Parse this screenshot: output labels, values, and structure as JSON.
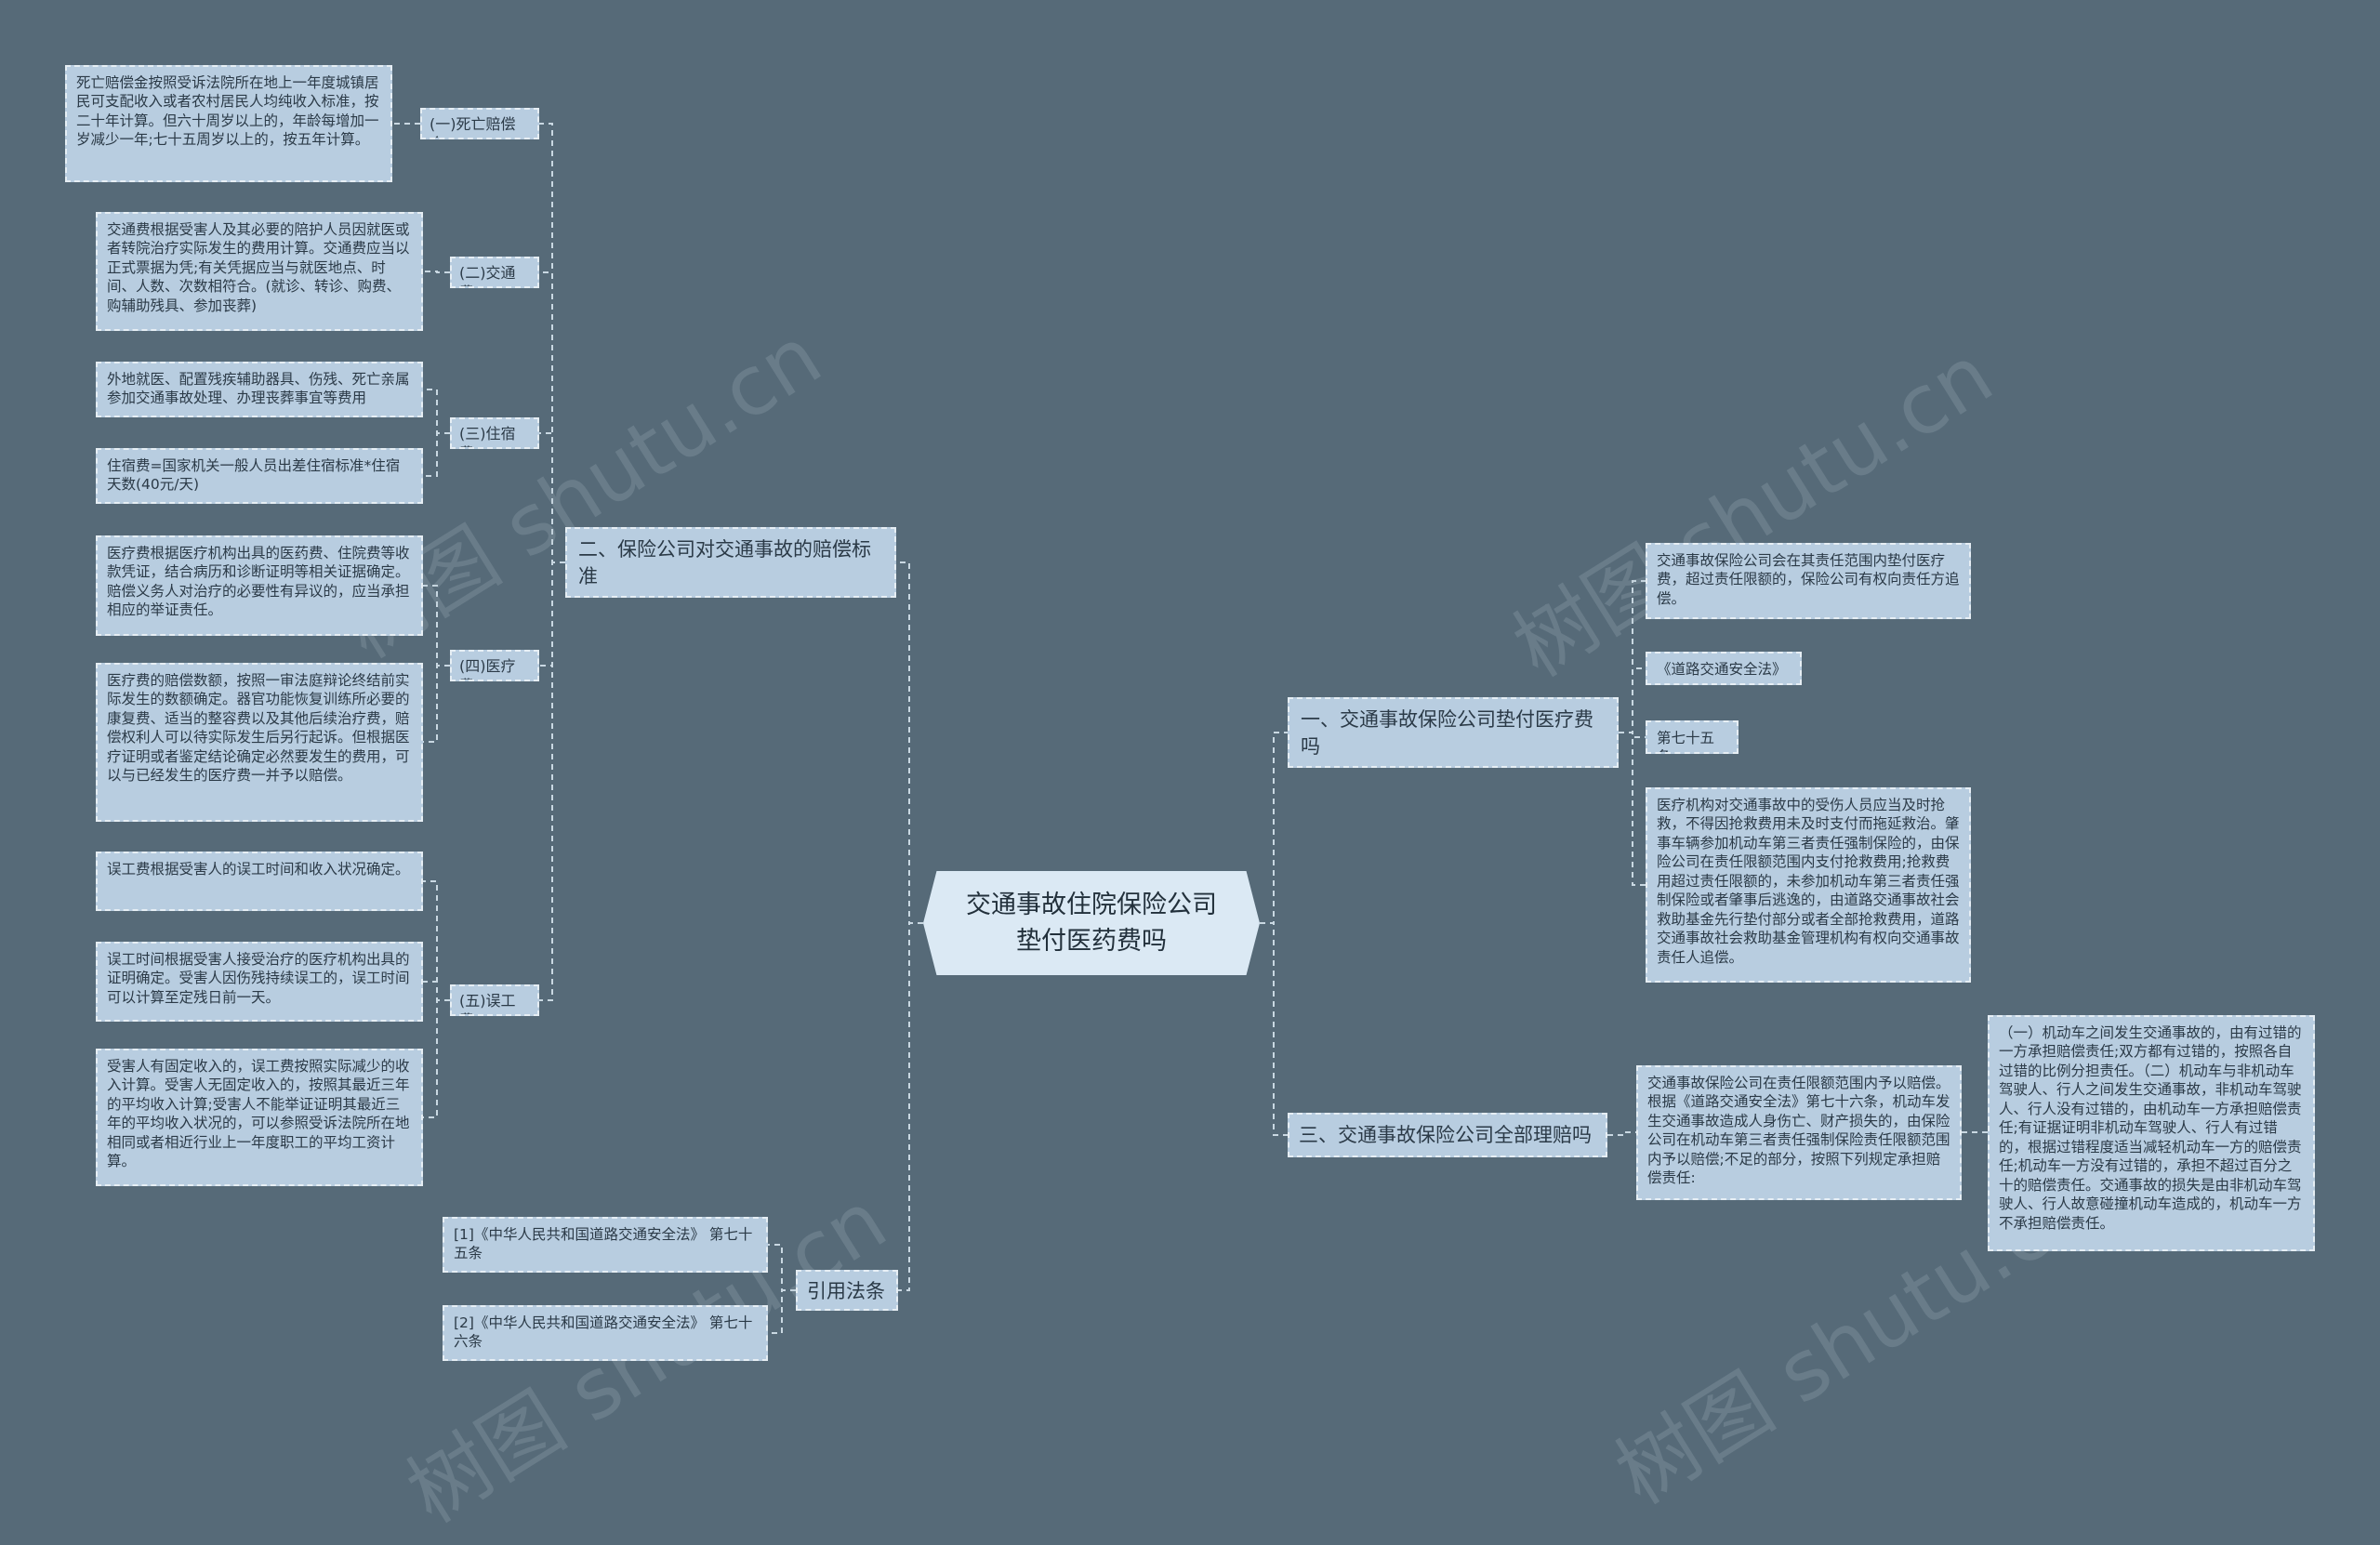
{
  "root": {
    "title": "交通事故住院保险公司垫付医药费吗"
  },
  "branch_left": {
    "title": "二、保险公司对交通事故的赔偿标准",
    "items": [
      {
        "label": "(一)死亡赔偿金",
        "details": [
          "死亡赔偿金按照受诉法院所在地上一年度城镇居民可支配收入或者农村居民人均纯收入标准，按二十年计算。但六十周岁以上的，年龄每增加一岁减少一年;七十五周岁以上的，按五年计算。"
        ]
      },
      {
        "label": "(二)交通费",
        "details": [
          "交通费根据受害人及其必要的陪护人员因就医或者转院治疗实际发生的费用计算。交通费应当以正式票据为凭;有关凭据应当与就医地点、时间、人数、次数相符合。(就诊、转诊、购费、购辅助残具、参加丧葬)"
        ]
      },
      {
        "label": "(三)住宿费",
        "details": [
          "外地就医、配置残疾辅助器具、伤残、死亡亲属参加交通事故处理、办理丧葬事宜等费用",
          "住宿费=国家机关一般人员出差住宿标准*住宿天数(40元/天)"
        ]
      },
      {
        "label": "(四)医疗费",
        "details": [
          "医疗费根据医疗机构出具的医药费、住院费等收款凭证，结合病历和诊断证明等相关证据确定。赔偿义务人对治疗的必要性有异议的，应当承担相应的举证责任。",
          "医疗费的赔偿数额，按照一审法庭辩论终结前实际发生的数额确定。器官功能恢复训练所必要的康复费、适当的整容费以及其他后续治疗费，赔偿权利人可以待实际发生后另行起诉。但根据医疗证明或者鉴定结论确定必然要发生的费用，可以与已经发生的医疗费一并予以赔偿。"
        ]
      },
      {
        "label": "(五)误工费",
        "details": [
          "误工费根据受害人的误工时间和收入状况确定。",
          "误工时间根据受害人接受治疗的医疗机构出具的证明确定。受害人因伤残持续误工的，误工时间可以计算至定残日前一天。",
          "受害人有固定收入的，误工费按照实际减少的收入计算。受害人无固定收入的，按照其最近三年的平均收入计算;受害人不能举证证明其最近三年的平均收入状况的，可以参照受诉法院所在地相同或者相近行业上一年度职工的平均工资计算。"
        ]
      }
    ]
  },
  "branch_laws": {
    "title": "引用法条",
    "items": [
      "[1]《中华人民共和国道路交通安全法》 第七十五条",
      "[2]《中华人民共和国道路交通安全法》 第七十六条"
    ]
  },
  "branch_right1": {
    "title": "一、交通事故保险公司垫付医疗费吗",
    "items": [
      "交通事故保险公司会在其责任范围内垫付医疗费，超过责任限额的，保险公司有权向责任方追偿。",
      "《道路交通安全法》",
      "第七十五条",
      "医疗机构对交通事故中的受伤人员应当及时抢救，不得因抢救费用未及时支付而拖延救治。肇事车辆参加机动车第三者责任强制保险的，由保险公司在责任限额范围内支付抢救费用;抢救费用超过责任限额的，未参加机动车第三者责任强制保险或者肇事后逃逸的，由道路交通事故社会救助基金先行垫付部分或者全部抢救费用，道路交通事故社会救助基金管理机构有权向交通事故责任人追偿。"
    ]
  },
  "branch_right2": {
    "title": "三、交通事故保险公司全部理赔吗",
    "item": "交通事故保险公司在责任限额范围内予以赔偿。根据《道路交通安全法》第七十六条，机动车发生交通事故造成人身伤亡、财产损失的，由保险公司在机动车第三者责任强制保险责任限额范围内予以赔偿;不足的部分，按照下列规定承担赔偿责任:",
    "sub": "（一）机动车之间发生交通事故的，由有过错的一方承担赔偿责任;双方都有过错的，按照各自过错的比例分担责任。（二）机动车与非机动车驾驶人、行人之间发生交通事故，非机动车驾驶人、行人没有过错的，由机动车一方承担赔偿责任;有证据证明非机动车驾驶人、行人有过错的，根据过错程度适当减轻机动车一方的赔偿责任;机动车一方没有过错的，承担不超过百分之十的赔偿责任。交通事故的损失是由非机动车驾驶人、行人故意碰撞机动车造成的，机动车一方不承担赔偿责任。"
  },
  "watermark": "树图 shutu.cn",
  "colors": {
    "background": "#566a78",
    "node": "#b8cde0",
    "root": "#dbe9f4",
    "line": "#c9d8e2"
  }
}
